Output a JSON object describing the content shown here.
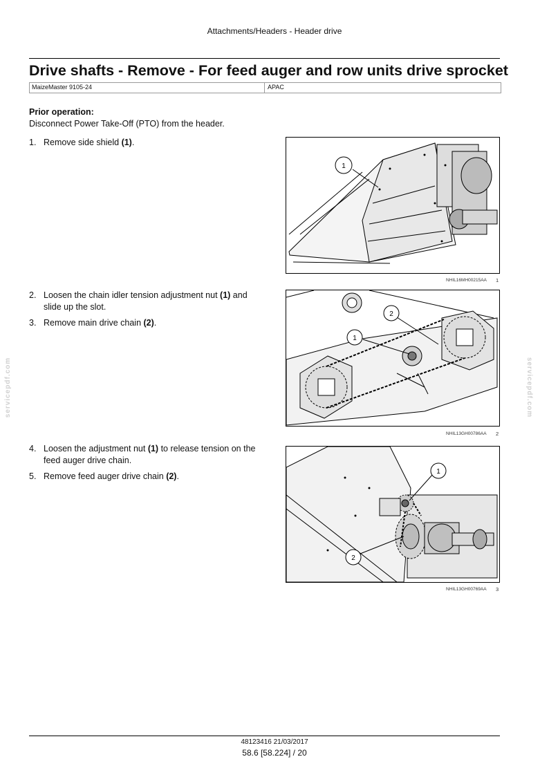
{
  "header": {
    "section": "Attachments/Headers - Header drive"
  },
  "title": "Drive shafts - Remove - For feed auger and row units drive sprocket",
  "meta": {
    "model": "MaizeMaster 9105-24",
    "region": "APAC"
  },
  "prior": {
    "heading": "Prior operation:",
    "text": "Disconnect Power Take-Off (PTO) from the header."
  },
  "steps": [
    {
      "num": "1.",
      "pre": "Remove side shield ",
      "ref": "(1)",
      "post": "."
    },
    {
      "num": "2.",
      "pre": "Loosen the chain idler tension adjustment nut ",
      "ref": "(1)",
      "post": " and slide up the slot."
    },
    {
      "num": "3.",
      "pre": "Remove main drive chain ",
      "ref": "(2)",
      "post": "."
    },
    {
      "num": "4.",
      "pre": "Loosen the adjustment nut ",
      "ref": "(1)",
      "post": " to release tension on the feed auger drive chain."
    },
    {
      "num": "5.",
      "pre": "Remove feed auger drive chain ",
      "ref": "(2)",
      "post": "."
    }
  ],
  "figures": [
    {
      "code": "NHIL16MH00215AA",
      "number": "1",
      "callouts": [
        "1"
      ]
    },
    {
      "code": "NHIL13GH00786AA",
      "number": "2",
      "callouts": [
        "2",
        "1"
      ]
    },
    {
      "code": "NHIL13GH00769AA",
      "number": "3",
      "callouts": [
        "1",
        "2"
      ]
    }
  ],
  "watermark": "servicepdf.com",
  "footer": {
    "docref": "48123416 21/03/2017",
    "page": "58.6 [58.224] / 20"
  }
}
